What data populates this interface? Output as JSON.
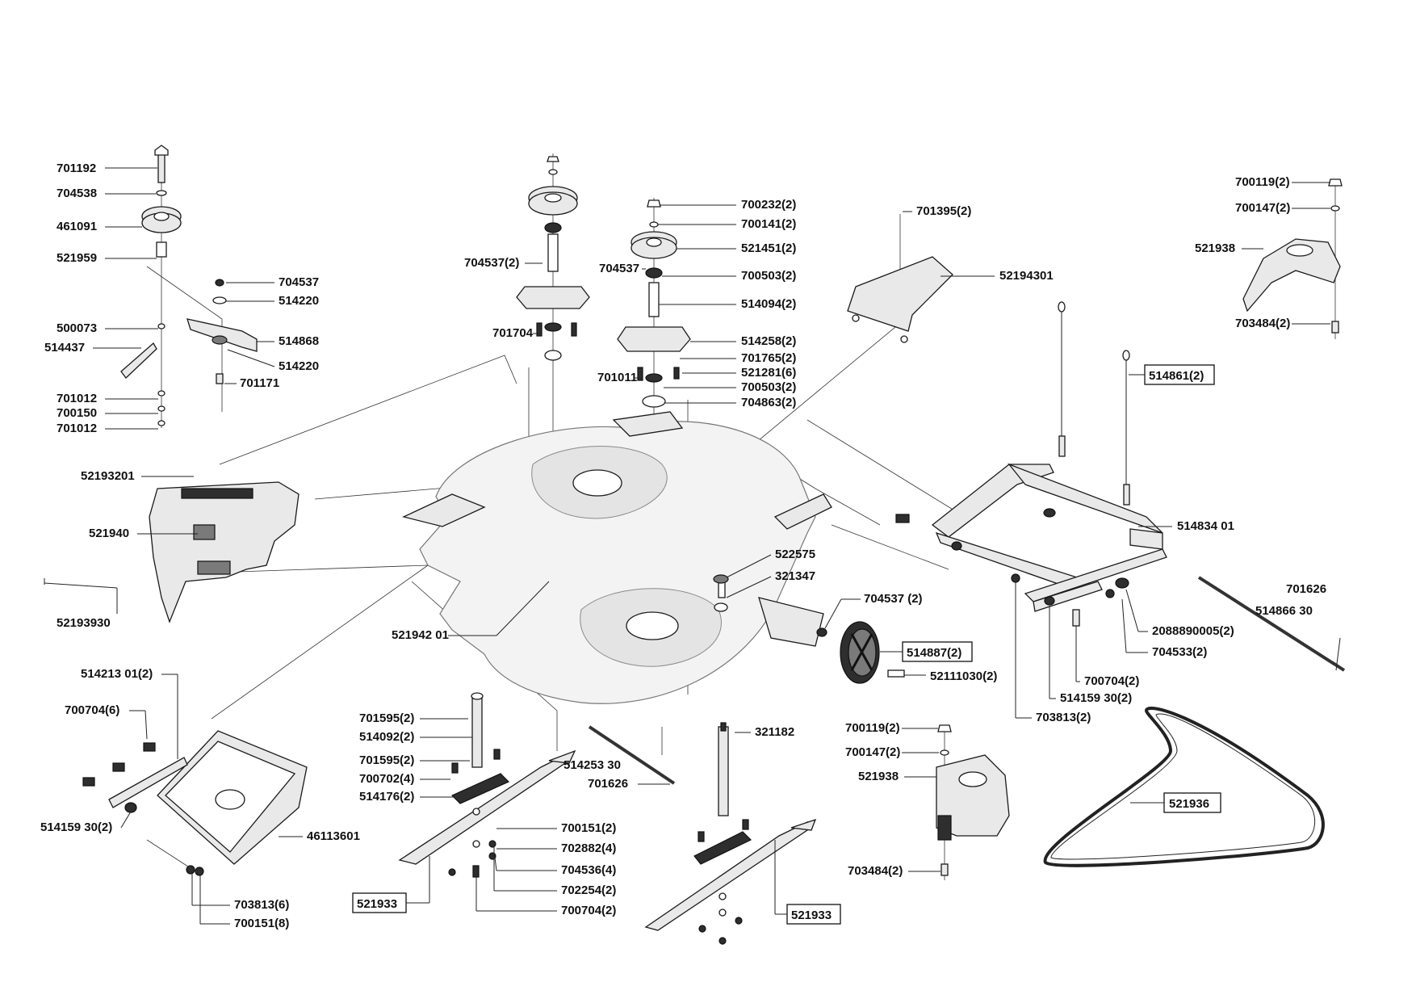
{
  "diagram": {
    "labels": [
      {
        "id": "l01",
        "text": "701192",
        "boxed": false
      },
      {
        "id": "l02",
        "text": "704538",
        "boxed": false
      },
      {
        "id": "l03",
        "text": "461091",
        "boxed": false
      },
      {
        "id": "l04",
        "text": "521959",
        "boxed": false
      },
      {
        "id": "l05",
        "text": "704537",
        "boxed": false
      },
      {
        "id": "l06",
        "text": "514220",
        "boxed": false
      },
      {
        "id": "l07",
        "text": "500073",
        "boxed": false
      },
      {
        "id": "l08",
        "text": "514437",
        "boxed": false
      },
      {
        "id": "l09",
        "text": "514868",
        "boxed": false
      },
      {
        "id": "l10",
        "text": "514220",
        "boxed": false
      },
      {
        "id": "l11",
        "text": "701171",
        "boxed": false
      },
      {
        "id": "l12",
        "text": "701012",
        "boxed": false
      },
      {
        "id": "l13",
        "text": "700150",
        "boxed": false
      },
      {
        "id": "l14",
        "text": "701012",
        "boxed": false
      },
      {
        "id": "l15",
        "text": "52193201",
        "boxed": false
      },
      {
        "id": "l16",
        "text": "521940",
        "boxed": false
      },
      {
        "id": "l17",
        "text": "52193930",
        "boxed": false
      },
      {
        "id": "l18",
        "text": "704537(2)",
        "boxed": false
      },
      {
        "id": "l19",
        "text": "701704",
        "boxed": false
      },
      {
        "id": "l20",
        "text": "704537",
        "boxed": false
      },
      {
        "id": "l21",
        "text": "701011",
        "boxed": false
      },
      {
        "id": "l22",
        "text": "700232(2)",
        "boxed": false
      },
      {
        "id": "l23",
        "text": "700141(2)",
        "boxed": false
      },
      {
        "id": "l24",
        "text": "521451(2)",
        "boxed": false
      },
      {
        "id": "l25",
        "text": "700503(2)",
        "boxed": false
      },
      {
        "id": "l26",
        "text": "514094(2)",
        "boxed": false
      },
      {
        "id": "l27",
        "text": "514258(2)",
        "boxed": false
      },
      {
        "id": "l28",
        "text": "701765(2)",
        "boxed": false
      },
      {
        "id": "l29",
        "text": "521281(6)",
        "boxed": false
      },
      {
        "id": "l30",
        "text": "700503(2)",
        "boxed": false
      },
      {
        "id": "l31",
        "text": "704863(2)",
        "boxed": false
      },
      {
        "id": "l32",
        "text": "701395(2)",
        "boxed": false
      },
      {
        "id": "l33",
        "text": "52194301",
        "boxed": false
      },
      {
        "id": "l34",
        "text": "700119(2)",
        "boxed": false
      },
      {
        "id": "l35",
        "text": "700147(2)",
        "boxed": false
      },
      {
        "id": "l36",
        "text": "521938",
        "boxed": false
      },
      {
        "id": "l37",
        "text": "703484(2)",
        "boxed": false
      },
      {
        "id": "l38",
        "text": "514861(2)",
        "boxed": true
      },
      {
        "id": "l39",
        "text": "514834 01",
        "boxed": false
      },
      {
        "id": "l40",
        "text": "522575",
        "boxed": false
      },
      {
        "id": "l41",
        "text": "321347",
        "boxed": false
      },
      {
        "id": "l42",
        "text": "704537 (2)",
        "boxed": false
      },
      {
        "id": "l43",
        "text": "514887(2)",
        "boxed": true
      },
      {
        "id": "l44",
        "text": "52111030(2)",
        "boxed": false
      },
      {
        "id": "l45",
        "text": "701626",
        "boxed": false
      },
      {
        "id": "l46",
        "text": "514866 30",
        "boxed": false
      },
      {
        "id": "l47",
        "text": "2088890005(2)",
        "boxed": false
      },
      {
        "id": "l48",
        "text": "704533(2)",
        "boxed": false
      },
      {
        "id": "l49",
        "text": "700704(2)",
        "boxed": false
      },
      {
        "id": "l50",
        "text": "514159 30(2)",
        "boxed": false
      },
      {
        "id": "l51",
        "text": "703813(2)",
        "boxed": false
      },
      {
        "id": "l52",
        "text": "521942 01",
        "boxed": false
      },
      {
        "id": "l53",
        "text": "514213 01(2)",
        "boxed": false
      },
      {
        "id": "l54",
        "text": "700704(6)",
        "boxed": false
      },
      {
        "id": "l55",
        "text": "514159 30(2)",
        "boxed": false
      },
      {
        "id": "l56",
        "text": "46113601",
        "boxed": false
      },
      {
        "id": "l57",
        "text": "703813(6)",
        "boxed": false
      },
      {
        "id": "l58",
        "text": "700151(8)",
        "boxed": false
      },
      {
        "id": "l59",
        "text": "701595(2)",
        "boxed": false
      },
      {
        "id": "l60",
        "text": "514092(2)",
        "boxed": false
      },
      {
        "id": "l61",
        "text": "701595(2)",
        "boxed": false
      },
      {
        "id": "l62",
        "text": "700702(4)",
        "boxed": false
      },
      {
        "id": "l63",
        "text": "514176(2)",
        "boxed": false
      },
      {
        "id": "l64",
        "text": "521933",
        "boxed": true
      },
      {
        "id": "l65",
        "text": "514253 30",
        "boxed": false
      },
      {
        "id": "l66",
        "text": "701626",
        "boxed": false
      },
      {
        "id": "l67",
        "text": "700151(2)",
        "boxed": false
      },
      {
        "id": "l68",
        "text": "702882(4)",
        "boxed": false
      },
      {
        "id": "l69",
        "text": "704536(4)",
        "boxed": false
      },
      {
        "id": "l70",
        "text": "702254(2)",
        "boxed": false
      },
      {
        "id": "l71",
        "text": "700704(2)",
        "boxed": false
      },
      {
        "id": "l72",
        "text": "321182",
        "boxed": false
      },
      {
        "id": "l73",
        "text": "521933",
        "boxed": true
      },
      {
        "id": "l74",
        "text": "700119(2)",
        "boxed": false
      },
      {
        "id": "l75",
        "text": "700147(2)",
        "boxed": false
      },
      {
        "id": "l76",
        "text": "521938",
        "boxed": false
      },
      {
        "id": "l77",
        "text": "703484(2)",
        "boxed": false
      },
      {
        "id": "l78",
        "text": "521936",
        "boxed": true
      }
    ]
  }
}
